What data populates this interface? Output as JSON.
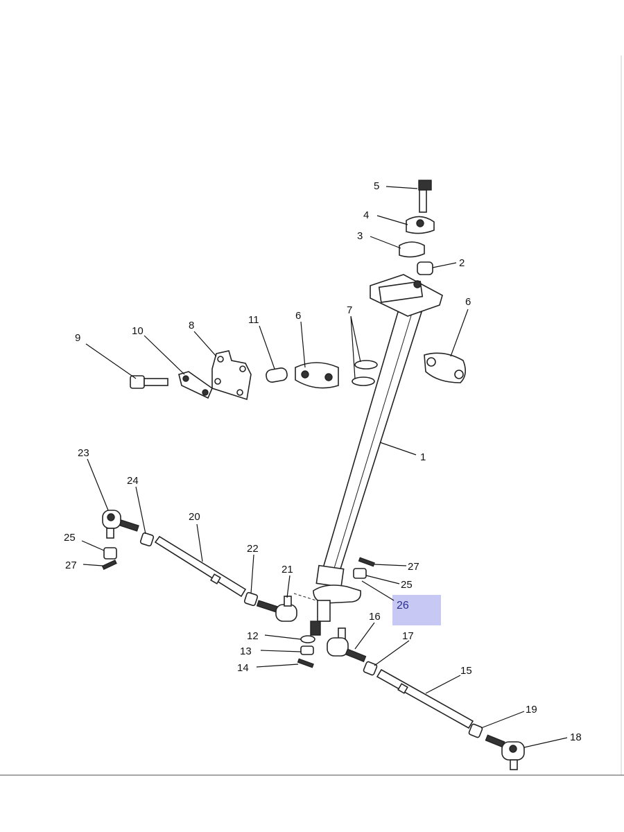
{
  "diagram": {
    "highlighted_part": "26",
    "callouts": [
      {
        "key": "c5",
        "label": "5"
      },
      {
        "key": "c4",
        "label": "4"
      },
      {
        "key": "c3",
        "label": "3"
      },
      {
        "key": "c2",
        "label": "2"
      },
      {
        "key": "c6r",
        "label": "6"
      },
      {
        "key": "c1",
        "label": "1"
      },
      {
        "key": "c9",
        "label": "9"
      },
      {
        "key": "c10",
        "label": "10"
      },
      {
        "key": "c8",
        "label": "8"
      },
      {
        "key": "c11",
        "label": "11"
      },
      {
        "key": "c6l",
        "label": "6"
      },
      {
        "key": "c7",
        "label": "7"
      },
      {
        "key": "c23",
        "label": "23"
      },
      {
        "key": "c24",
        "label": "24"
      },
      {
        "key": "c20",
        "label": "20"
      },
      {
        "key": "c25l",
        "label": "25"
      },
      {
        "key": "c27l",
        "label": "27"
      },
      {
        "key": "c22",
        "label": "22"
      },
      {
        "key": "c21",
        "label": "21"
      },
      {
        "key": "c27r",
        "label": "27"
      },
      {
        "key": "c25r",
        "label": "25"
      },
      {
        "key": "c12",
        "label": "12"
      },
      {
        "key": "c13",
        "label": "13"
      },
      {
        "key": "c14",
        "label": "14"
      },
      {
        "key": "c16",
        "label": "16"
      },
      {
        "key": "c17",
        "label": "17"
      },
      {
        "key": "c15",
        "label": "15"
      },
      {
        "key": "c19",
        "label": "19"
      },
      {
        "key": "c18",
        "label": "18"
      }
    ]
  }
}
